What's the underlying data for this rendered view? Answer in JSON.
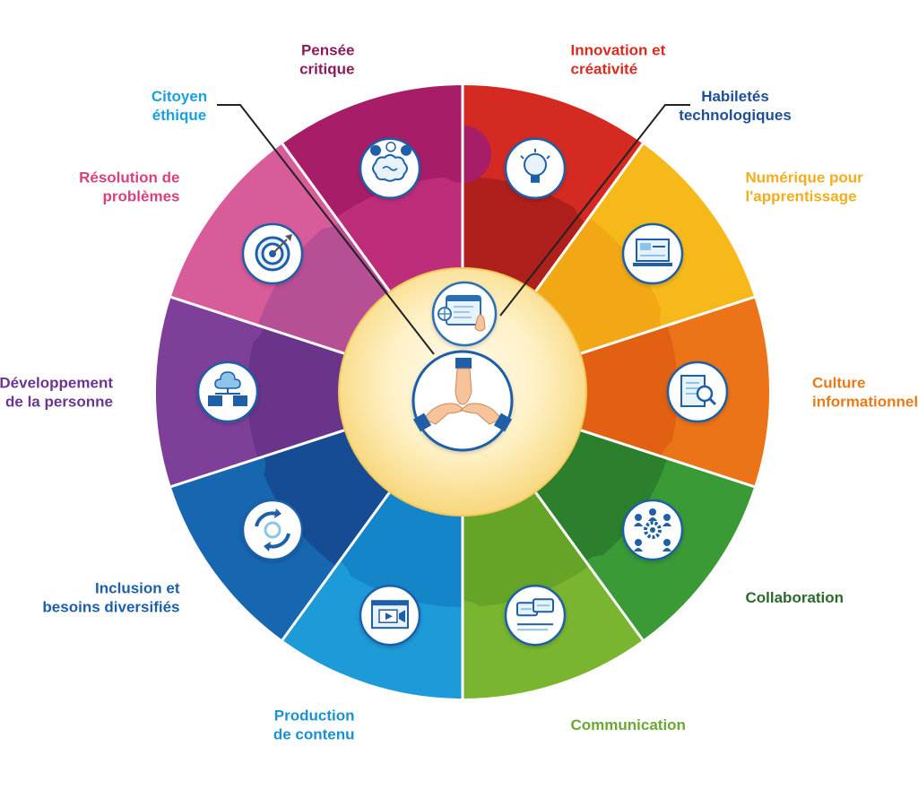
{
  "center": {
    "icon": "handshake-hands-icon",
    "top_icon": "laptop-web-touch-icon",
    "ring_color": "#fde9a8"
  },
  "segments": [
    {
      "id": "innovation",
      "label": [
        "Innovation et",
        "créativité"
      ],
      "color": "#d42a22",
      "dark": "#8f1515",
      "label_color": "#d92b20",
      "icon": "lightbulb-icon"
    },
    {
      "id": "numerique",
      "label": [
        "Numérique pour",
        "l'apprentissage"
      ],
      "color": "#f7b91a",
      "dark": "#ee9a10",
      "label_color": "#f3ad1d",
      "icon": "laptop-screens-icon"
    },
    {
      "id": "culture",
      "label": [
        "Culture",
        "informationnelle"
      ],
      "color": "#ec7318",
      "dark": "#d9510f",
      "label_color": "#e97a18",
      "icon": "document-search-icon"
    },
    {
      "id": "collaboration",
      "label": [
        "Collaboration"
      ],
      "color": "#3a9a36",
      "dark": "#1f6a26",
      "label_color": "#2c6a2a",
      "icon": "team-gear-icon"
    },
    {
      "id": "communication",
      "label": [
        "Communication"
      ],
      "color": "#79b52f",
      "dark": "#55961f",
      "label_color": "#6aa832",
      "icon": "chat-bubbles-icon"
    },
    {
      "id": "production",
      "label": [
        "Production",
        "de contenu"
      ],
      "color": "#1d9ad8",
      "dark": "#0f74c0",
      "label_color": "#1a91d0",
      "icon": "video-editor-icon"
    },
    {
      "id": "inclusion",
      "label": [
        "Inclusion et",
        "besoins diversifiés"
      ],
      "color": "#1666b0",
      "dark": "#17367e",
      "label_color": "#1d5fa8",
      "icon": "cycle-arrows-icon"
    },
    {
      "id": "developpement",
      "label": [
        "Développement",
        "de la personne"
      ],
      "color": "#7d3f98",
      "dark": "#5a2c80",
      "label_color": "#6b3690",
      "icon": "network-computers-icon"
    },
    {
      "id": "resolution",
      "label": [
        "Résolution de",
        "problèmes"
      ],
      "color": "#d85b9a",
      "dark": "#9c4690",
      "label_color": "#d8417f",
      "icon": "target-icon"
    },
    {
      "id": "pensee",
      "label": [
        "Pensée",
        "critique"
      ],
      "color": "#a81d68",
      "dark": "#cf3a86",
      "label_color": "#8a1b5c",
      "icon": "brain-ideas-icon"
    }
  ],
  "callouts": [
    {
      "id": "citoyen",
      "label": [
        "Citoyen",
        "éthique"
      ],
      "label_color": "#1aa0dc"
    },
    {
      "id": "habiletes",
      "label": [
        "Habiletés",
        "technologiques"
      ],
      "label_color": "#1f4f9a"
    }
  ]
}
